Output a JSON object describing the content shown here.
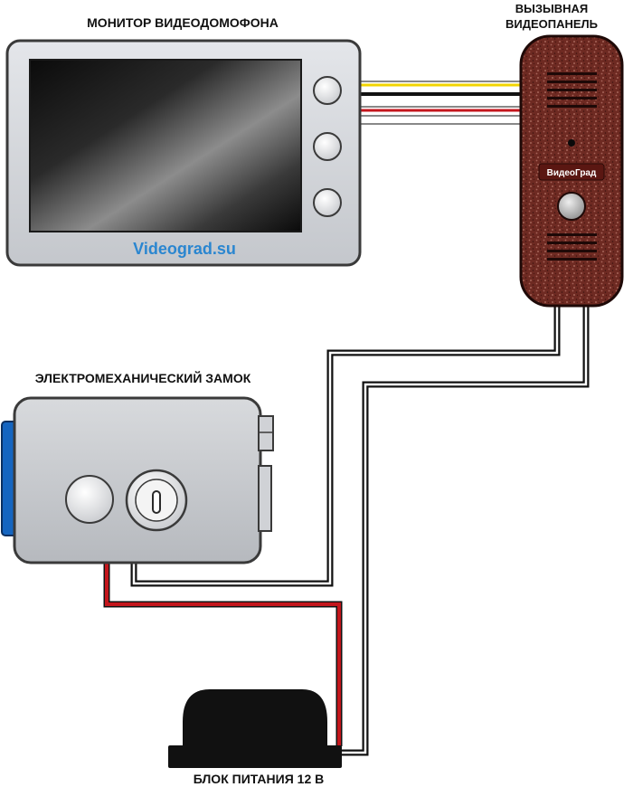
{
  "labels": {
    "monitor_title": "МОНИТОР ВИДЕОДОМОФОНА",
    "panel_title_line1": "ВЫЗЫВНАЯ",
    "panel_title_line2": "ВИДЕОПАНЕЛЬ",
    "lock_title": "ЭЛЕКТРОМЕХАНИЧЕСКИЙ ЗАМОК",
    "psu_title": "БЛОК ПИТАНИЯ 12 В",
    "monitor_brand": "Videograd.su",
    "panel_logo": "ВидеоГрад"
  },
  "colors": {
    "monitor_body": "#d6d8dc",
    "monitor_screen_dark": "#0e0e0e",
    "brand_text": "#2a86d0",
    "panel_body": "#6e2a22",
    "panel_logo_plate": "#5a1712",
    "lock_body": "#c9cbcf",
    "lock_blue_plate": "#1565c0",
    "psu_body": "#111111",
    "wire_black": "#111111",
    "wire_red": "#c4161c",
    "wire_yellow": "#f2d400"
  }
}
